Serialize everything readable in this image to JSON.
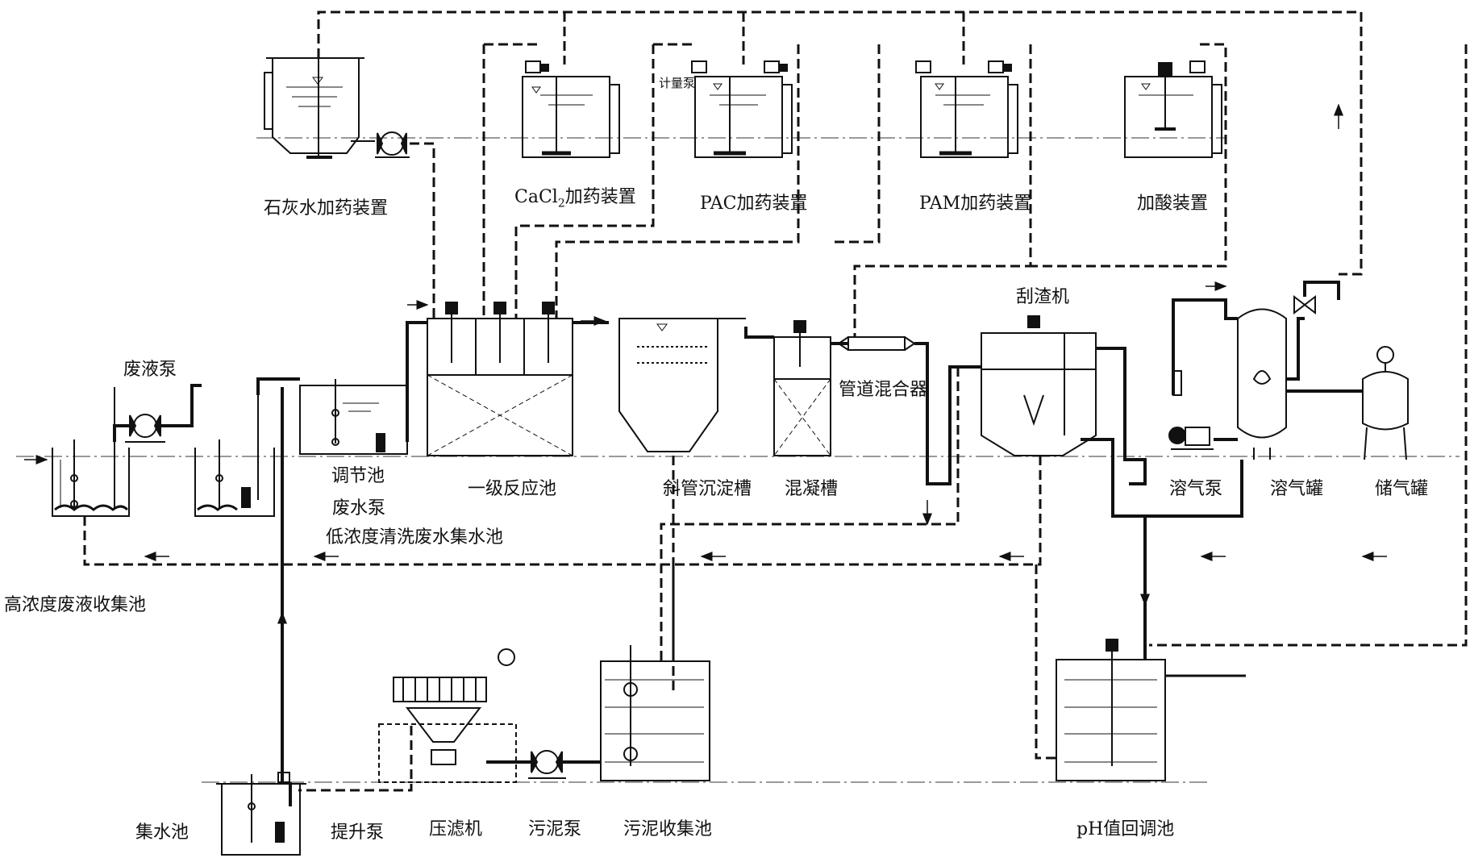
{
  "diagram": {
    "labels": {
      "lime_unit": "石灰水加药装置",
      "cacl2_prefix": "CaCl",
      "cacl2_sub": "2",
      "cacl2_suffix": "加药装置",
      "pac_unit": "PAC加药装置",
      "pam_unit": "PAM加药装置",
      "acid_unit": "加酸装置",
      "metering_pump": "计量泵",
      "waste_liquid_pump": "废液泵",
      "high_conc_pool": "高浓度废液收集池",
      "low_conc_pool": "低浓度清洗废水集水池",
      "wastewater_pump": "废水泵",
      "regulating_pool": "调节池",
      "primary_reaction_pool": "一级反应池",
      "inclined_tube_settler": "斜管沉淀槽",
      "coagulation_tank": "混凝槽",
      "pipe_mixer": "管道混合器",
      "scraper": "刮渣机",
      "dissolved_air_pump": "溶气泵",
      "dissolved_air_tank": "溶气罐",
      "gas_storage_tank": "储气罐",
      "sump": "集水池",
      "lift_pump": "提升泵",
      "filter_press": "压滤机",
      "sludge_pump": "污泥泵",
      "sludge_pool": "污泥收集池",
      "ph_tank": "pH值回调池"
    }
  }
}
